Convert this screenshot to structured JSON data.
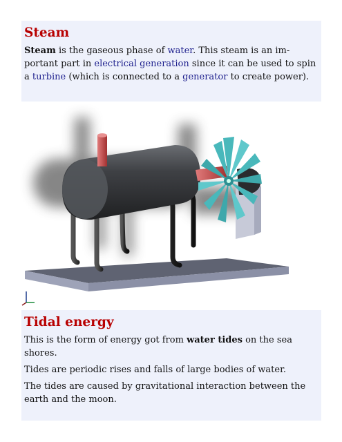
{
  "steam": {
    "heading": "Steam",
    "p1": {
      "b0": "Steam",
      "t1": " is the gaseous phase of ",
      "l1": "water",
      "t2": ". This steam is an im-portant part in ",
      "l2": "electrical generation",
      "t3": " since it can be used to spin a ",
      "l3": "turbine",
      "t4": " (which is connected to a ",
      "l4": "generator",
      "t5": " to create power)."
    }
  },
  "figure": {
    "icons": [
      "steam-turbine-model-image",
      "axis-triad-icon"
    ],
    "colors": {
      "tank": "#3d3f42",
      "blades": "#49b8bb",
      "pipe": "#c44a4a",
      "base": "#5f6372",
      "stand": "#c7cad8"
    }
  },
  "tidal": {
    "heading": "Tidal energy",
    "p1": {
      "t1": "This is the form of energy got from ",
      "b1": "water tides",
      "t2": " on the sea shores."
    },
    "p2": "Tides are periodic rises and falls of large bodies of water.",
    "p3": "The tides are caused by gravitational interaction between the earth and the moon."
  }
}
